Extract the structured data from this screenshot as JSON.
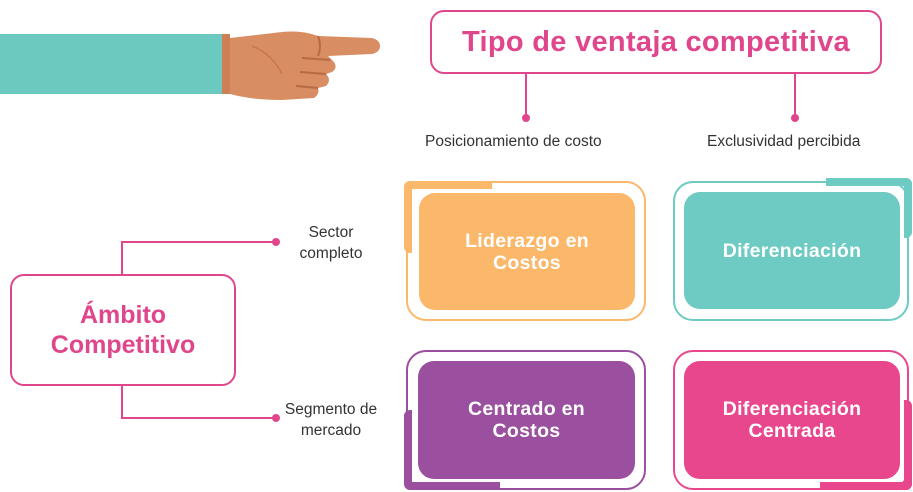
{
  "title": "Tipo de ventaja competitiva",
  "columns": [
    "Posicionamiento de costo",
    "Exclusividad percibida"
  ],
  "scope_title": "Ámbito\nCompetitivo",
  "rows": [
    "Sector\ncompleto",
    "Segmento\nde mercado"
  ],
  "quadrants": [
    {
      "label": "Liderazgo en\nCostos",
      "color": "#fbb86b"
    },
    {
      "label": "Diferenciación",
      "color": "#6dcbc3"
    },
    {
      "label": "Centrado en\nCostos",
      "color": "#9b4f9f"
    },
    {
      "label": "Diferenciación\nCentrada",
      "color": "#e9478d"
    }
  ],
  "colors": {
    "accent": "#e0468c",
    "sleeve": "#6cc9c0",
    "skin": "#d98d62"
  },
  "icons": [
    "pointing-hand-icon"
  ]
}
